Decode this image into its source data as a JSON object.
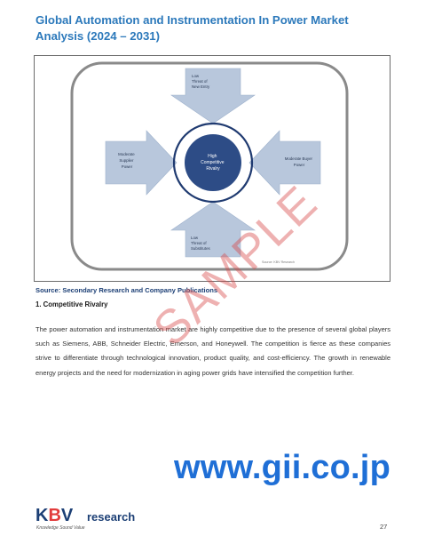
{
  "title": "Global Automation and Instrumentation In Power Market Analysis (2024 – 2031)",
  "figure": {
    "center": [
      "High",
      "Competitive",
      "Rivalry"
    ],
    "top": [
      "Low",
      "Threat of",
      "New Entry"
    ],
    "left": [
      "Moderate",
      "Supplier",
      "Power"
    ],
    "right": [
      "Moderate Buyer",
      "Power"
    ],
    "bottom": [
      "Low",
      "Threat of",
      "Substitutes"
    ],
    "credit": "Source: KBV Research",
    "colors": {
      "arrow": "#b8c7dc",
      "circle": "#1f3a70",
      "center_fill": "#2d4c86",
      "frame": "#8a8a8a"
    }
  },
  "source": "Source: Secondary Research and Company Publications",
  "section_heading": "1. Competitive Rivalry",
  "body_text": "The power automation and instrumentation market are highly competitive due to the presence of several global players such as Siemens, ABB, Schneider Electric, Emerson, and Honeywell. The competition is fierce as these companies strive to differentiate through technological innovation, product quality, and cost-efficiency. The growth in renewable energy projects and the need for modernization in aging power grids have intensified the competition further.",
  "watermark": "SAMPLE",
  "website": "www.gii.co.jp",
  "logo": {
    "k": "K",
    "b": "B",
    "v": "V",
    "research": "research",
    "tagline": "Knowledge Sound Value"
  },
  "page_number": "27"
}
